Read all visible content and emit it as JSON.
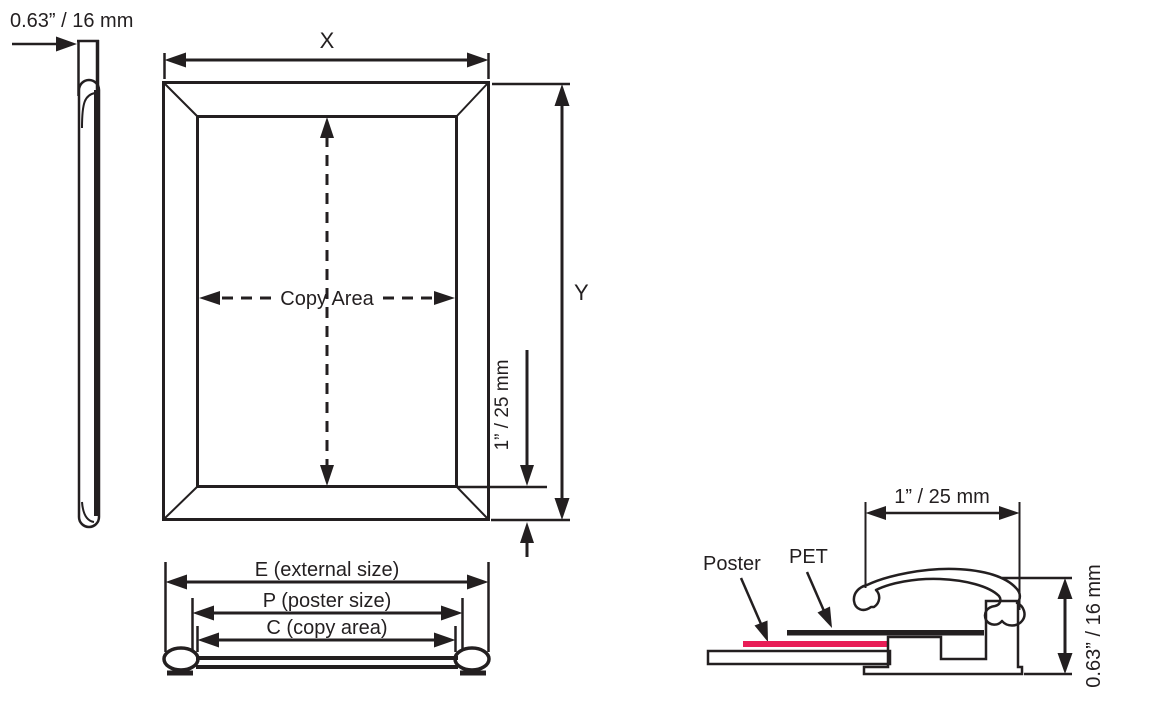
{
  "side_view": {
    "thickness_label": "0.63” / 16 mm"
  },
  "front_view": {
    "width_label": "X",
    "height_label": "Y",
    "copy_area_label": "Copy Area",
    "profile_width_label": "1” / 25 mm"
  },
  "edge_view": {
    "external_label": "E (external size)",
    "poster_label": "P (poster size)",
    "copy_label": "C (copy area)"
  },
  "detail_view": {
    "poster_label": "Poster",
    "pet_label": "PET",
    "width_label": "1” / 25 mm",
    "thickness_label": "0.63” / 16 mm"
  },
  "colors": {
    "line": "#231f20",
    "poster_pink": "#e81d56",
    "back_panel_gray": "#bdbebf",
    "profile_gray": "#e4e5e6"
  }
}
